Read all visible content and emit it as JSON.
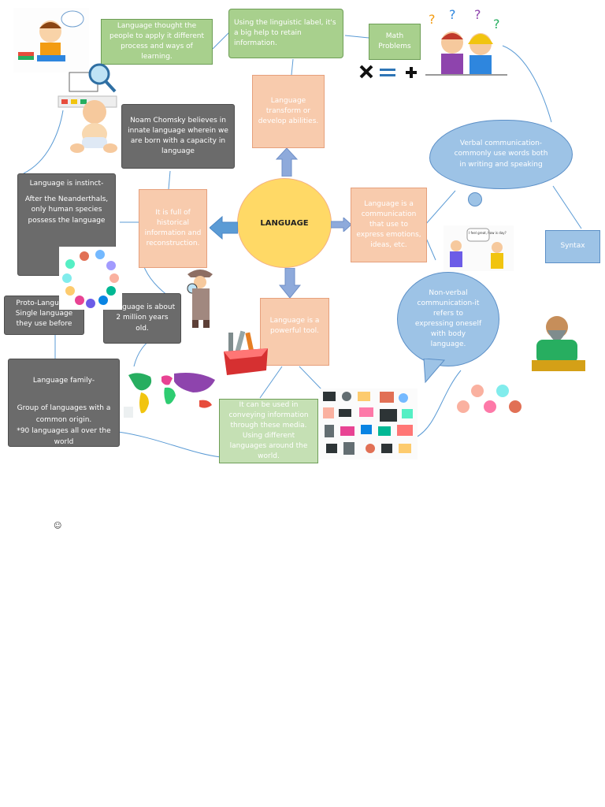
{
  "center": {
    "label": "LANGUAGE"
  },
  "nodes": {
    "learning_process": "Language thought the people to apply it different process and ways of learning.",
    "linguistic_label": "Using the linguistic label, it's a big help to retain information.",
    "math_problems": "Math Problems",
    "transform": "Language transform or develop abilities.",
    "chomsky": "Noam Chomsky believes in innate language wherein we are born with a capacity in language",
    "instinct_title": "Language is instinct-",
    "instinct_body": "After the Neanderthals, only human species possess the language",
    "historical": "It is full of historical information and reconstruction.",
    "communication": "Language is a communication that use to express emotions, ideas, etc.",
    "verbal": "Verbal communication- commonly use words both in writing and speaking",
    "syntax": "Syntax",
    "nonverbal": "Non-verbal communication-it refers to expressing oneself with body language.",
    "proto_title": "Proto-Language",
    "proto_body": "Single language they use before",
    "age": "Language is about 2 million years old.",
    "tool": "Language is a powerful tool.",
    "family_title": "Language family-",
    "family_body": "Group of languages with a common origin.\n*90 languages all over the world",
    "media": "It can be used in conveying information through these media. Using different languages around the world."
  },
  "speech_bubble_text": "I feel great, how is day?",
  "emoji_mark": "☺",
  "colors": {
    "green": "#a8d08d",
    "peach": "#f8cbad",
    "grey": "#6b6b6b",
    "blue": "#9dc3e6",
    "center": "#ffd966",
    "arrow": "#8eaadb",
    "link": "#5b9bd5"
  },
  "icons": [
    "student-reading-icon",
    "book-magnifier-icon",
    "confused-people-icon",
    "math-symbols-icon",
    "baby-icon",
    "detective-icon",
    "toolbox-icon",
    "world-map-icon",
    "media-devices-icon",
    "conversation-icon",
    "sign-language-icon",
    "old-man-icon",
    "language-bubbles-icon"
  ]
}
